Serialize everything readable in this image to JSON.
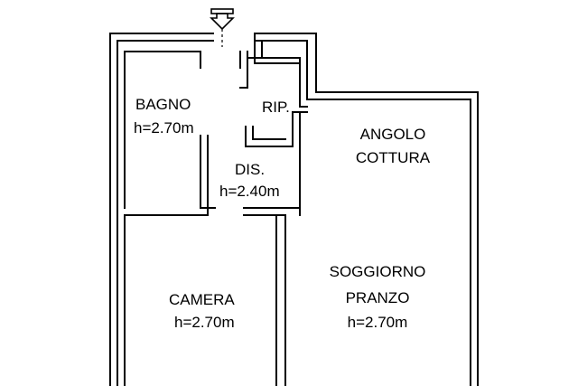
{
  "rooms": {
    "bagno": {
      "name": "BAGNO",
      "height": "h=2.70m"
    },
    "ripostiglio": {
      "name": "RIP."
    },
    "disimpegno": {
      "name": "DIS.",
      "height": "h=2.40m"
    },
    "cucina": {
      "line1": "ANGOLO",
      "line2": "COTTURA"
    },
    "camera": {
      "name": "CAMERA",
      "height": "h=2.70m"
    },
    "soggiorno": {
      "line1": "SOGGIORNO",
      "line2": "PRANZO",
      "height": "h=2.70m"
    }
  },
  "entrance": {
    "icon": "down-arrow-icon"
  },
  "colors": {
    "wall": "#000000",
    "background": "#ffffff"
  }
}
